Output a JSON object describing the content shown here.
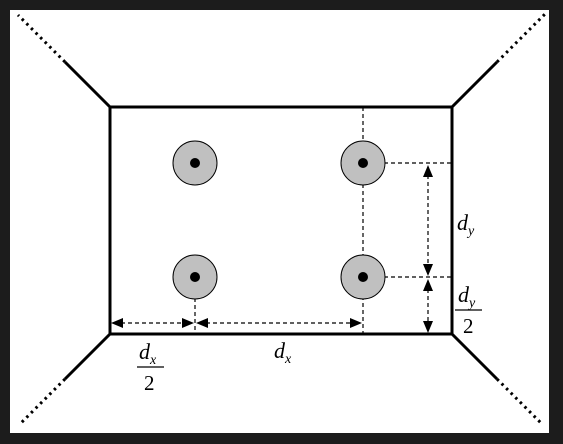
{
  "diagram": {
    "labels": {
      "dy_base": "d",
      "dy_sub": "y",
      "dx_base": "d",
      "dx_sub": "x",
      "dy_half_base": "d",
      "dy_half_sub": "y",
      "dy_half_den": "2",
      "dx_half_base": "d",
      "dx_half_sub": "x",
      "dx_half_den": "2"
    },
    "colors": {
      "frame_bg": "#1c1c1c",
      "canvas_bg": "#ffffff",
      "line": "#000000",
      "hole_fill": "#c0c0c0"
    }
  }
}
